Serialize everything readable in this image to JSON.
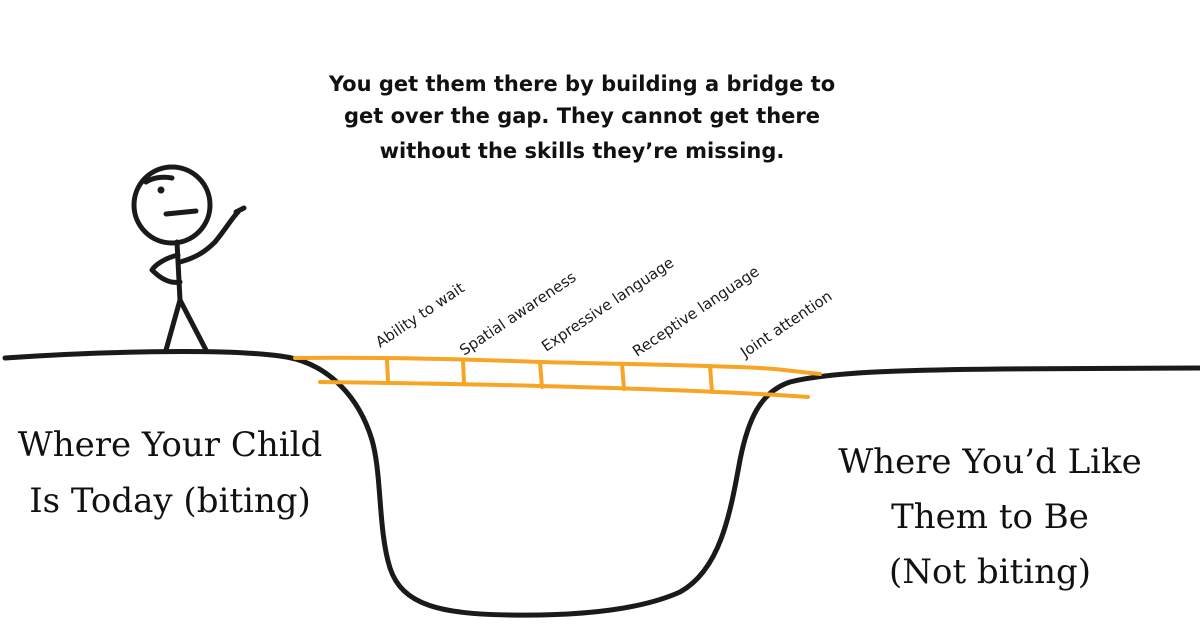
{
  "caption": {
    "line1": "You get them there by building a bridge to",
    "line2": "get over the gap. They cannot get there",
    "line3": "without the skills they’re missing."
  },
  "skills": [
    "Ability to wait",
    "Spatial awareness",
    "Expressive language",
    "Receptive language",
    "Joint attention"
  ],
  "left_label": {
    "line1": "Where Your Child",
    "line2": "Is Today (biting)"
  },
  "right_label": {
    "line1": "Where You’d Like",
    "line2": "Them to Be",
    "line3": "(Not biting)"
  },
  "colors": {
    "ink": "#1a1a1a",
    "bridge": "#f6a524",
    "background": "#ffffff"
  }
}
